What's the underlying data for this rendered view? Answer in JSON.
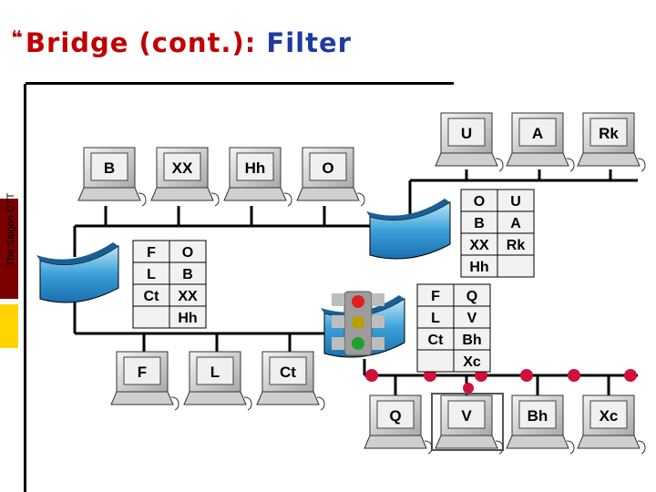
{
  "title": {
    "prefix": "Bridge (cont.):",
    "suffix": "Filter",
    "prefix_color": "#c00000",
    "suffix_color": "#1f3aa0"
  },
  "sidebar": {
    "text": "The Saigon CTT",
    "colors": [
      "#ffffff",
      "#7a0000",
      "#ffd400"
    ]
  },
  "computers": [
    "U",
    "A",
    "Rk",
    "B",
    "XX",
    "Hh",
    "O",
    "F",
    "L",
    "Ct",
    "Q",
    "V",
    "Bh",
    "Xc"
  ],
  "tables": {
    "top_right": [
      [
        "O",
        "U"
      ],
      [
        "B",
        "A"
      ],
      [
        "XX",
        "Rk"
      ],
      [
        "Hh",
        ""
      ]
    ],
    "left": [
      [
        "F",
        "O"
      ],
      [
        "L",
        "B"
      ],
      [
        "Ct",
        "XX"
      ],
      [
        "",
        "Hh"
      ]
    ],
    "bottom_right": [
      [
        "F",
        "Q"
      ],
      [
        "L",
        "V"
      ],
      [
        "Ct",
        "Bh"
      ],
      [
        "",
        "Xc"
      ]
    ]
  },
  "colors": {
    "bridge": "#3aa0d8",
    "node": "#d0103a",
    "traffic_red": "#e02020",
    "traffic_yellow": "#b8a000",
    "traffic_green": "#20a030"
  }
}
